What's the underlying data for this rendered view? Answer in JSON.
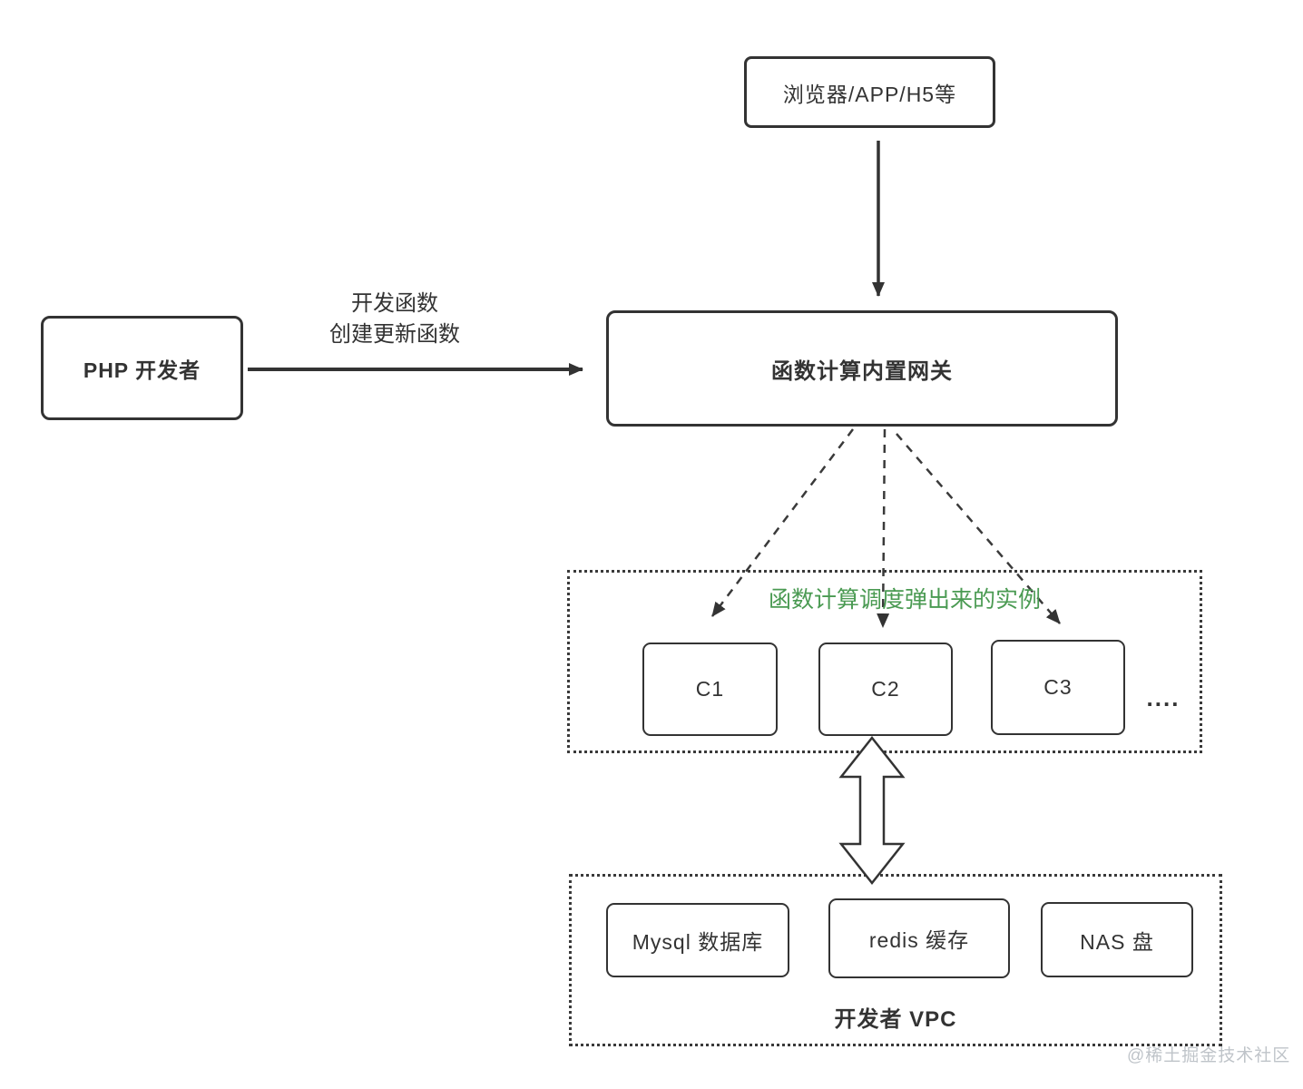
{
  "diagram": {
    "nodes": {
      "browser": {
        "label": "浏览器/APP/H5等"
      },
      "php_developer": {
        "label": "PHP 开发者"
      },
      "gateway": {
        "label": "函数计算内置网关"
      },
      "instance_c1": {
        "label": "C1"
      },
      "instance_c2": {
        "label": "C2"
      },
      "instance_c3": {
        "label": "C3"
      },
      "instance_ellipsis": "....",
      "mysql": {
        "label": "Mysql 数据库"
      },
      "redis": {
        "label": "redis 缓存"
      },
      "nas": {
        "label": "NAS 盘"
      }
    },
    "labels": {
      "develop_line1": "开发函数",
      "develop_line2": "创建更新函数",
      "instances_caption": "函数计算调度弹出来的实例",
      "vpc_caption": "开发者 VPC"
    },
    "watermark": "@稀土掘金技术社区",
    "colors": {
      "stroke": "#333333",
      "green_caption": "#4a9a52",
      "watermark": "#b9bec4"
    }
  }
}
